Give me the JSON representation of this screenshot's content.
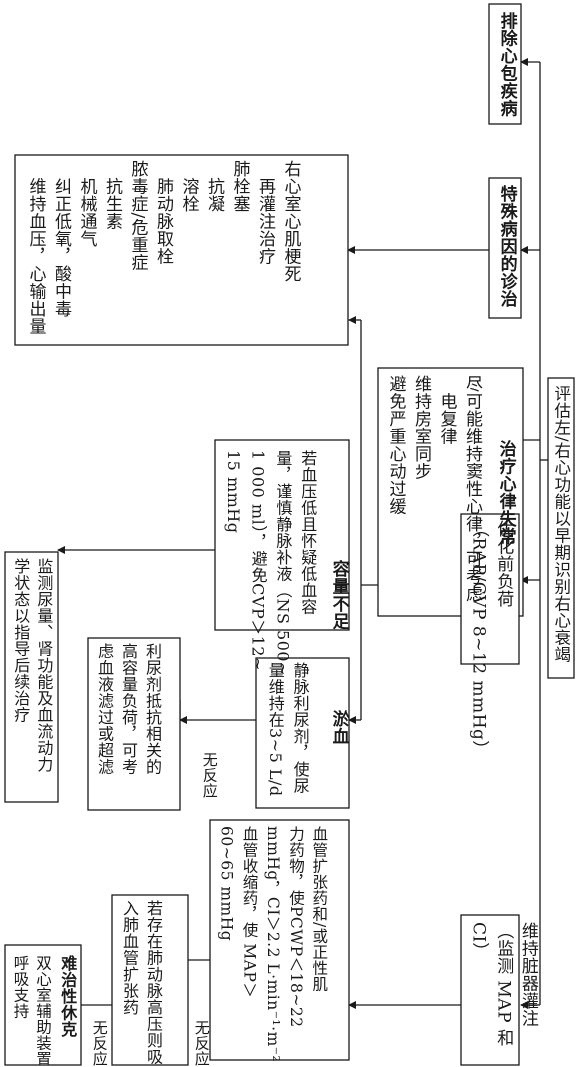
{
  "main_header": "评估左/右心功能以早期识别右心衰竭",
  "branches": {
    "pericardial": "排除心包疾病",
    "special": "特殊病因的诊治",
    "arrhythmia": "治疗心律失常",
    "preload": "优化前负荷\n（RAP/CVP 8~12 mmHg）",
    "perfusion": "维持脏器灌注\n（监测 MAP 和 CI）"
  },
  "special_causes": "右心室心肌梗死\n　再灌注治疗\n肺栓塞\n　抗凝\n　溶栓\n　肺动脉取栓\n脓毒症/危重症\n　抗生素\n　机械通气\n　纠正低氧，酸中毒\n　维持血压，心输出量",
  "arrhythmia_detail": "尽可能维持窦性心律，可考虑\n　电复律\n维持房室同步\n避免严重心动过缓",
  "volume_low": {
    "title": "容量不足",
    "text": "若血压低且怀疑低血容\n量，谨慎静脉补液（NS 500~\n1 000 ml），避免CVP＞12~\n15 mmHg"
  },
  "volume_high": {
    "title": "淤血",
    "text": "静脉利尿剂，使尿\n量维持在3~5 L/d"
  },
  "monitor": "监测尿量、肾功能及血流动力\n学状态以指导后续治疗",
  "no_response": "无反应",
  "ultrafiltration": "利尿剂抵抗相关的\n高容量负荷，可考\n虑血液滤过或超滤",
  "vasoactive": "血管扩张药和/或正性肌\n力药物，使PCWP＜18~22\nmmHg，CI＞2.2 L·min⁻¹·m⁻²\n血管收缩药，使 MAP＞\n60~65 mmHg",
  "pulm_vasodilator": "若存在肺动脉高压则吸\n入肺血管扩张药",
  "refractory": {
    "title": "难治性休克",
    "text": "双心室辅助装置\n呼吸支持"
  },
  "colors": {
    "line": "#1a1a1a",
    "watermark": "#c3dde8"
  }
}
